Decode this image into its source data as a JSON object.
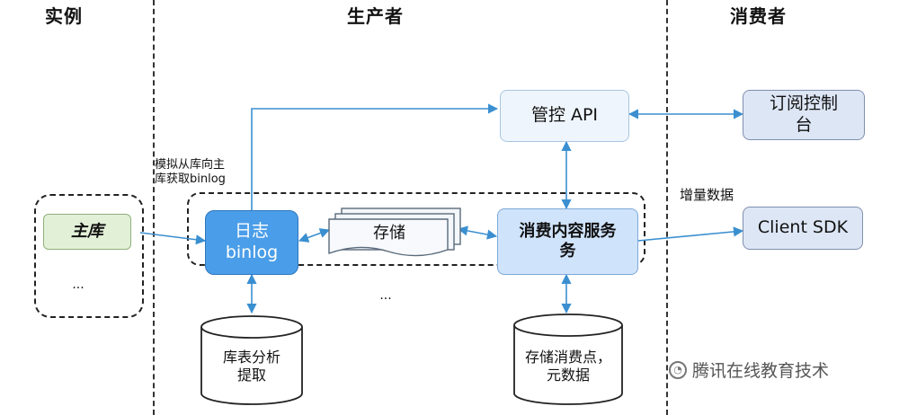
{
  "headers": {
    "instance": "实例",
    "producer": "生产者",
    "consumer": "消费者"
  },
  "instance": {
    "master_db": "主库",
    "ellipsis": "..."
  },
  "producer": {
    "note_line1": "模拟从库向主",
    "note_line2": "库获取binlog",
    "log_binlog_line1": "日志",
    "log_binlog_line2": "binlog",
    "storage": "存储",
    "consume_service_line1": "消费内容服务",
    "consume_service_line2": "务",
    "control_api": "管控 API",
    "ellipsis": "...",
    "db_extract_line1": "库表分析",
    "db_extract_line2": "提取",
    "db_checkpoint_line1": "存储消费点，",
    "db_checkpoint_line2": "元数据"
  },
  "consumer": {
    "subscribe_console_line1": "订阅控制",
    "subscribe_console_line2": "台",
    "incremental_data": "增量数据",
    "client_sdk": "Client SDK"
  },
  "watermark": "腾讯在线教育技术",
  "colors": {
    "binlog_fill": "#4a9de8",
    "service_fill": "#cfe3fb",
    "api_fill": "#eef5fc",
    "consumer_fill": "#dde6f5",
    "master_fill": "#e3f0d8",
    "arrow": "#3a8fd0"
  }
}
